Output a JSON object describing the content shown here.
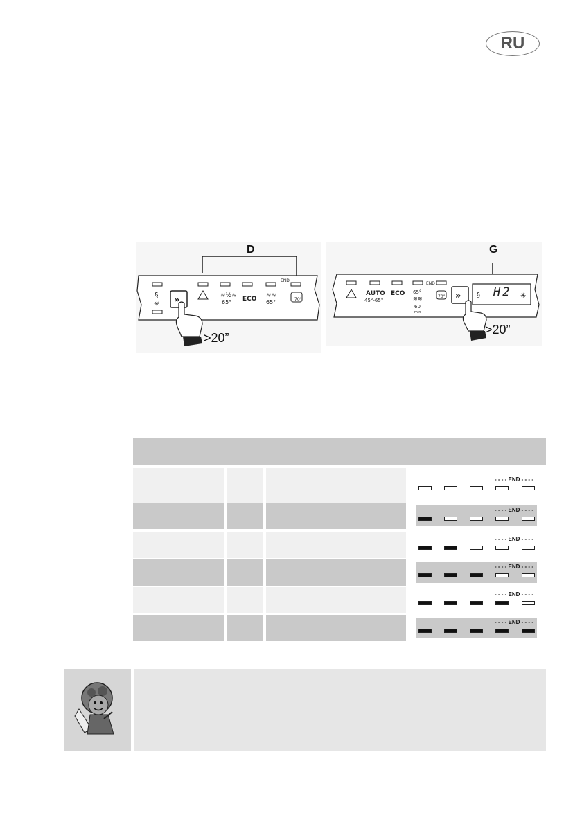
{
  "header": {
    "lang_badge": "RU"
  },
  "figures": {
    "left": {
      "label": "D",
      "hold_label": ">20”",
      "panel": {
        "wash_labels": [
          "65°",
          "ECO",
          "65°",
          "70°"
        ],
        "end_label": "END",
        "half_label": "½"
      }
    },
    "right": {
      "label": "G",
      "hold_label": ">20”",
      "panel": {
        "program_labels": [
          "AUTO",
          "45°-65°",
          "ECO",
          "65°",
          "60",
          "min",
          "70°"
        ],
        "end_label": "END",
        "display_text": "H2"
      }
    }
  },
  "table": {
    "end_label": "- - - - END - - - -",
    "rows": [
      {
        "tone": "light",
        "lamps": [
          0,
          0,
          0,
          0,
          0
        ]
      },
      {
        "tone": "dark",
        "lamps": [
          1,
          0,
          0,
          0,
          0
        ]
      },
      {
        "tone": "light",
        "lamps": [
          1,
          1,
          0,
          0,
          0
        ]
      },
      {
        "tone": "dark",
        "lamps": [
          1,
          1,
          1,
          0,
          0
        ]
      },
      {
        "tone": "light",
        "lamps": [
          1,
          1,
          1,
          1,
          0
        ]
      },
      {
        "tone": "dark",
        "lamps": [
          1,
          1,
          1,
          1,
          1
        ]
      }
    ]
  },
  "icons": {
    "double-chevron": "»",
    "lamp-off": "outline-rect",
    "lamp-on": "filled-rect",
    "mascot": "cartoon-character-icon"
  }
}
